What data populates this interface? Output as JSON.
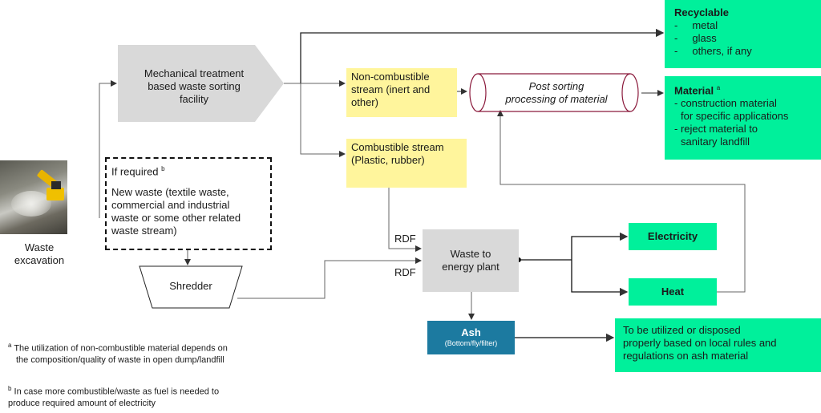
{
  "source": {
    "label_line1": "Waste",
    "label_line2": "excavation"
  },
  "mechanical": {
    "line1": "Mechanical treatment",
    "line2": "based waste sorting",
    "line3": "facility"
  },
  "new_waste": {
    "title": "If required",
    "title_mark": "b",
    "line1": "New waste (textile waste,",
    "line2": "commercial and industrial",
    "line3": "waste or some other related",
    "line4": "waste stream)"
  },
  "shredder": {
    "label": "Shredder"
  },
  "non_combustible": {
    "line1": "Non-combustible",
    "line2": "stream (inert and",
    "line3": "other)"
  },
  "combustible": {
    "line1": "Combustible stream",
    "line2": "(Plastic, rubber)"
  },
  "post_sorting": {
    "line1": "Post sorting",
    "line2": "processing of material"
  },
  "recyclable": {
    "title": "Recyclable",
    "items": [
      "metal",
      "glass",
      "others, if any"
    ],
    "bullet": "-"
  },
  "material": {
    "title": "Material",
    "title_mark": "a",
    "item1_line1": "- construction material",
    "item1_line2": "for specific applications",
    "item2_line1": "- reject material to",
    "item2_line2": "sanitary landfill"
  },
  "rdf_labels": [
    "RDF",
    "RDF"
  ],
  "wte": {
    "line1": "Waste to",
    "line2": "energy plant"
  },
  "electricity": {
    "label": "Electricity"
  },
  "heat": {
    "label": "Heat"
  },
  "ash": {
    "title": "Ash",
    "subtitle": "(Bottom/fly/filter)"
  },
  "ash_use": {
    "line1": "To be utilized or disposed",
    "line2": "properly based on local rules and",
    "line3": "regulations on ash material"
  },
  "footnotes": {
    "a_mark": "a",
    "a_line1": "The utilization of non-combustible material depends on",
    "a_line2": "the composition/quality of waste in open dump/landfill",
    "b_mark": "b",
    "b_line1": "In case more combustible/waste as fuel is needed to",
    "b_line2": "produce required amount of electricity"
  },
  "colors": {
    "gray_box": "#d9d9d9",
    "yellow_box": "#fff59c",
    "green_box": "#00f09b",
    "ash_box": "#1c7aa0",
    "cylinder_stroke": "#8b1a3c"
  }
}
